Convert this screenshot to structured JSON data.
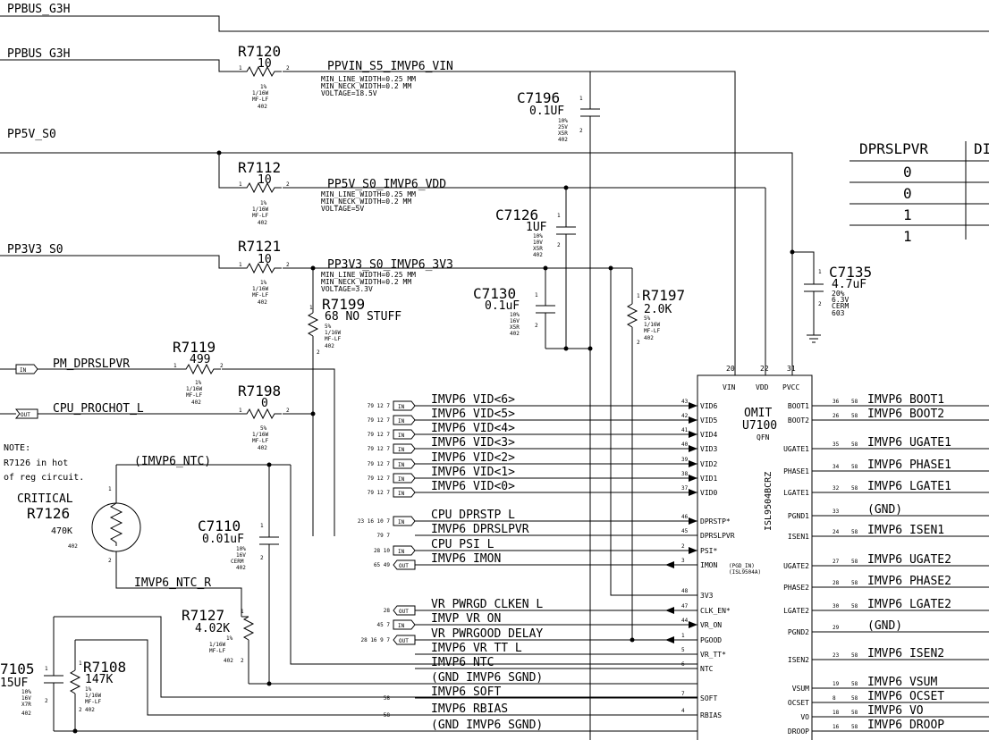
{
  "nets": {
    "ppbus_g3h_top": "PPBUS_G3H",
    "ppbus_g3h": "PPBUS_G3H",
    "pp5v_s0": "PP5V_S0",
    "pp3v3_s0": "PP3V3_S0",
    "ppvin": "PPVIN_S5_IMVP6_VIN",
    "ppvin_rules": [
      "MIN_LINE_WIDTH=0.25 MM",
      "MIN_NECK_WIDTH=0.2 MM",
      "VOLTAGE=18.5V"
    ],
    "pp5v_vdd": "PP5V_S0_IMVP6_VDD",
    "pp5v_rules": [
      "MIN_LINE_WIDTH=0.25 MM",
      "MIN_NECK_WIDTH=0.2 MM",
      "VOLTAGE=5V"
    ],
    "pp3v3_imvp": "PP3V3_S0_IMVP6_3V3",
    "pp3v3_rules": [
      "MIN_LINE_WIDTH=0.25 MM",
      "MIN_NECK_WIDTH=0.2 MM",
      "VOLTAGE=3.3V"
    ],
    "pm_dprslpvr": "PM_DPRSLPVR",
    "cpu_prochot": "CPU_PROCHOT_L",
    "imvp6_ntc_paren": "(IMVP6_NTC)",
    "imvp6_ntc_r": "IMVP6_NTC_R"
  },
  "components": {
    "r7120": {
      "ref": "R7120",
      "value": "10",
      "spec": [
        "1%",
        "1/16W",
        "MF-LF",
        "402"
      ],
      "pins": [
        "1",
        "2"
      ]
    },
    "r7112": {
      "ref": "R7112",
      "value": "10",
      "spec": [
        "1%",
        "1/16W",
        "MF-LF",
        "402"
      ],
      "pins": [
        "1",
        "2"
      ]
    },
    "r7121": {
      "ref": "R7121",
      "value": "10",
      "spec": [
        "1%",
        "1/16W",
        "MF-LF",
        "402"
      ],
      "pins": [
        "1",
        "2"
      ]
    },
    "r7119": {
      "ref": "R7119",
      "value": "499",
      "spec": [
        "1%",
        "1/16W",
        "MF-LF",
        "402"
      ],
      "pins": [
        "1",
        "2"
      ]
    },
    "r7198": {
      "ref": "R7198",
      "value": "0",
      "spec": [
        "5%",
        "1/16W",
        "MF-LF",
        "402"
      ],
      "pins": [
        "1",
        "2"
      ]
    },
    "r7199": {
      "ref": "R7199",
      "value": "68 NO STUFF",
      "spec": [
        "5%",
        "1/16W",
        "MF-LF",
        "402"
      ],
      "pins": [
        "1",
        "2"
      ]
    },
    "r7197": {
      "ref": "R7197",
      "value": "2.0K",
      "spec": [
        "5%",
        "1/16W",
        "MF-LF",
        "402"
      ],
      "pins": [
        "1",
        "2"
      ]
    },
    "r7126": {
      "ref": "R7126",
      "value": "470K",
      "label": "CRITICAL",
      "spec": [
        "402"
      ],
      "pins": [
        "1",
        "2"
      ]
    },
    "r7127": {
      "ref": "R7127",
      "value": "4.02K",
      "spec": [
        "1%",
        "1/16W",
        "MF-LF",
        "402"
      ],
      "pins": [
        "1",
        "2"
      ]
    },
    "r7108": {
      "ref": "R7108",
      "value": "147K",
      "spec": [
        "1%",
        "1/16W",
        "MF-LF",
        "402"
      ],
      "pins": [
        "1",
        "2"
      ]
    },
    "c7196": {
      "ref": "C7196",
      "value": "0.1UF",
      "spec": [
        "10%",
        "25V",
        "X5R",
        "402"
      ],
      "pins": [
        "1",
        "2"
      ]
    },
    "c7126": {
      "ref": "C7126",
      "value": "1UF",
      "spec": [
        "10%",
        "10V",
        "X5R",
        "402"
      ],
      "pins": [
        "1",
        "2"
      ]
    },
    "c7130": {
      "ref": "C7130",
      "value": "0.1uF",
      "spec": [
        "10%",
        "16V",
        "X5R",
        "402"
      ],
      "pins": [
        "1",
        "2"
      ]
    },
    "c7135": {
      "ref": "C7135",
      "value": "4.7uF",
      "spec": [
        "20%",
        "6.3V",
        "CERM",
        "603"
      ],
      "pins": [
        "1",
        "2"
      ]
    },
    "c7110": {
      "ref": "C7110",
      "value": "0.01uF",
      "spec": [
        "10%",
        "16V",
        "CERM",
        "402"
      ],
      "pins": [
        "1",
        "2"
      ]
    },
    "c7105": {
      "ref": "7105",
      "value": "15UF",
      "spec": [
        "10%",
        "16V",
        "X7R",
        "402"
      ],
      "pins": [
        "1",
        "2"
      ]
    }
  },
  "note": [
    "NOTE:",
    "R7126 in hot",
    "of reg circuit."
  ],
  "ic": {
    "ref": "U7100",
    "omit": "OMIT",
    "package": "QFN",
    "part": "ISL9504BCRZ",
    "pgd_note": [
      "(PGD_IN)",
      "(ISL9504A)"
    ],
    "top_pins": [
      {
        "num": "20",
        "name": "VIN"
      },
      {
        "num": "22",
        "name": "VDD"
      },
      {
        "num": "31",
        "name": "PVCC"
      }
    ],
    "left_pins": [
      {
        "num": "43",
        "name": "VID6"
      },
      {
        "num": "42",
        "name": "VID5"
      },
      {
        "num": "41",
        "name": "VID4"
      },
      {
        "num": "40",
        "name": "VID3"
      },
      {
        "num": "39",
        "name": "VID2"
      },
      {
        "num": "38",
        "name": "VID1"
      },
      {
        "num": "37",
        "name": "VID0"
      },
      {
        "num": "46",
        "name": "DPRSTP*"
      },
      {
        "num": "45",
        "name": "DPRSLPVR"
      },
      {
        "num": "2",
        "name": "PSI*"
      },
      {
        "num": "3",
        "name": "IMON"
      },
      {
        "num": "48",
        "name": "3V3"
      },
      {
        "num": "47",
        "name": "CLK_EN*"
      },
      {
        "num": "44",
        "name": "VR_ON"
      },
      {
        "num": "1",
        "name": "PGOOD"
      },
      {
        "num": "5",
        "name": "VR_TT*"
      },
      {
        "num": "6",
        "name": "NTC"
      },
      {
        "num": "7",
        "name": "SOFT"
      },
      {
        "num": "4",
        "name": "RBIAS"
      }
    ],
    "right_pins": [
      {
        "num": "36",
        "name": "BOOT1"
      },
      {
        "num": "26",
        "name": "BOOT2"
      },
      {
        "num": "35",
        "name": "UGATE1"
      },
      {
        "num": "34",
        "name": "PHASE1"
      },
      {
        "num": "32",
        "name": "LGATE1"
      },
      {
        "num": "33",
        "name": "PGND1"
      },
      {
        "num": "24",
        "name": "ISEN1"
      },
      {
        "num": "27",
        "name": "UGATE2"
      },
      {
        "num": "28",
        "name": "PHASE2"
      },
      {
        "num": "30",
        "name": "LGATE2"
      },
      {
        "num": "29",
        "name": "PGND2"
      },
      {
        "num": "23",
        "name": "ISEN2"
      },
      {
        "num": "19",
        "name": "VSUM"
      },
      {
        "num": "8",
        "name": "OCSET"
      },
      {
        "num": "18",
        "name": "VO"
      },
      {
        "num": "16",
        "name": "DROOP"
      }
    ]
  },
  "left_signals": [
    {
      "name": "IMVP6_VID<6>",
      "port": "IN",
      "refs": "79 12 7"
    },
    {
      "name": "IMVP6_VID<5>",
      "port": "IN",
      "refs": "79 12 7"
    },
    {
      "name": "IMVP6_VID<4>",
      "port": "IN",
      "refs": "79 12 7"
    },
    {
      "name": "IMVP6_VID<3>",
      "port": "IN",
      "refs": "79 12 7"
    },
    {
      "name": "IMVP6_VID<2>",
      "port": "IN",
      "refs": "79 12 7"
    },
    {
      "name": "IMVP6_VID<1>",
      "port": "IN",
      "refs": "79 12 7"
    },
    {
      "name": "IMVP6_VID<0>",
      "port": "IN",
      "refs": "79 12 7"
    },
    {
      "name": "CPU_DPRSTP_L",
      "port": "IN",
      "refs": "23 16 10 7"
    },
    {
      "name": "IMVP6_DPRSLPVR",
      "port": "",
      "refs": "79 7"
    },
    {
      "name": "CPU_PSI_L",
      "port": "IN",
      "refs": "28 10"
    },
    {
      "name": "IMVP6_IMON",
      "port": "OUT",
      "refs": "65 49"
    },
    {
      "name": "VR_PWRGD_CLKEN_L",
      "port": "OUT",
      "refs": "28"
    },
    {
      "name": "IMVP_VR_ON",
      "port": "IN",
      "refs": "45 7"
    },
    {
      "name": "VR_PWRGOOD_DELAY",
      "port": "OUT",
      "refs": "28 16 9 7"
    },
    {
      "name": "IMVP6_VR_TT_L",
      "port": "",
      "refs": ""
    },
    {
      "name": "IMVP6_NTC",
      "port": "",
      "refs": ""
    },
    {
      "name": "(GND_IMVP6_SGND)",
      "port": "",
      "refs": ""
    },
    {
      "name": "IMVP6_SOFT",
      "port": "",
      "refs": "58"
    },
    {
      "name": "IMVP6_RBIAS",
      "port": "",
      "refs": "58"
    },
    {
      "name": "(GND_IMVP6_SGND)",
      "port": "",
      "refs": ""
    }
  ],
  "right_signals": [
    {
      "name": "IMVP6_BOOT1",
      "refs": "58"
    },
    {
      "name": "IMVP6_BOOT2",
      "refs": "58"
    },
    {
      "name": "IMVP6_UGATE1",
      "refs": "58"
    },
    {
      "name": "IMVP6_PHASE1",
      "refs": "58"
    },
    {
      "name": "IMVP6_LGATE1",
      "refs": "58"
    },
    {
      "name": "(GND)",
      "refs": ""
    },
    {
      "name": "IMVP6_ISEN1",
      "refs": "58"
    },
    {
      "name": "IMVP6_UGATE2",
      "refs": "58"
    },
    {
      "name": "IMVP6_PHASE2",
      "refs": "58"
    },
    {
      "name": "IMVP6_LGATE2",
      "refs": "58"
    },
    {
      "name": "(GND)",
      "refs": ""
    },
    {
      "name": "IMVP6_ISEN2",
      "refs": "58"
    },
    {
      "name": "IMVP6_VSUM",
      "refs": "58"
    },
    {
      "name": "IMVP6_OCSET",
      "refs": "58"
    },
    {
      "name": "IMVP6_VO",
      "refs": "58"
    },
    {
      "name": "IMVP6_DROOP",
      "refs": "58"
    }
  ],
  "truth_table": {
    "header": [
      "DPRSLPVR",
      "DI"
    ],
    "rows": [
      "0",
      "0",
      "1",
      "1"
    ]
  }
}
